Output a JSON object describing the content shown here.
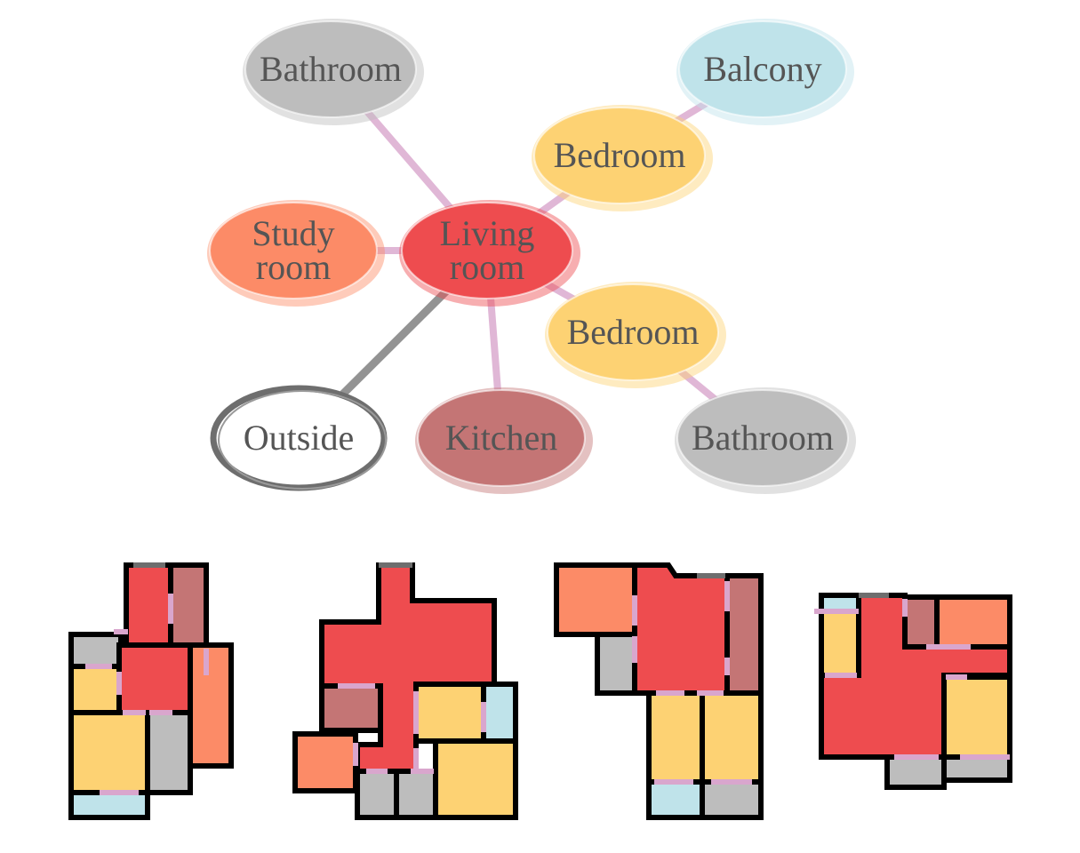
{
  "graph": {
    "nodes": [
      {
        "id": "living",
        "lines": [
          "Living",
          "room"
        ],
        "color": "#ee4c4f"
      },
      {
        "id": "bath1",
        "lines": [
          "Bathroom"
        ],
        "color": "#bdbdbd"
      },
      {
        "id": "balcony",
        "lines": [
          "Balcony"
        ],
        "color": "#bfe3ea"
      },
      {
        "id": "bed1",
        "lines": [
          "Bedroom"
        ],
        "color": "#fdd273"
      },
      {
        "id": "study",
        "lines": [
          "Study",
          "room"
        ],
        "color": "#fc8b67"
      },
      {
        "id": "bed2",
        "lines": [
          "Bedroom"
        ],
        "color": "#fdd273"
      },
      {
        "id": "outside",
        "lines": [
          "Outside"
        ],
        "color": "#ffffff"
      },
      {
        "id": "kitchen",
        "lines": [
          "Kitchen"
        ],
        "color": "#c47575"
      },
      {
        "id": "bath2",
        "lines": [
          "Bathroom"
        ],
        "color": "#bdbdbd"
      }
    ],
    "edges": [
      {
        "from": "living",
        "to": "bath1",
        "kind": "door"
      },
      {
        "from": "living",
        "to": "bed1",
        "kind": "door"
      },
      {
        "from": "bed1",
        "to": "balcony",
        "kind": "door"
      },
      {
        "from": "living",
        "to": "study",
        "kind": "door"
      },
      {
        "from": "living",
        "to": "bed2",
        "kind": "door"
      },
      {
        "from": "bed2",
        "to": "bath2",
        "kind": "door"
      },
      {
        "from": "living",
        "to": "kitchen",
        "kind": "door"
      },
      {
        "from": "living",
        "to": "outside",
        "kind": "entrance"
      }
    ]
  },
  "room_colors": {
    "living": "#ee4c4f",
    "bedroom": "#fdd273",
    "bathroom": "#bdbdbd",
    "balcony": "#bfe3ea",
    "kitchen": "#c47575",
    "study": "#fc8b67",
    "wall": "#000000",
    "door": "#d9a6cd",
    "entrance": "#6e6e6e"
  },
  "floorplans": [
    {
      "id": "plan-1"
    },
    {
      "id": "plan-2"
    },
    {
      "id": "plan-3"
    },
    {
      "id": "plan-4"
    }
  ]
}
